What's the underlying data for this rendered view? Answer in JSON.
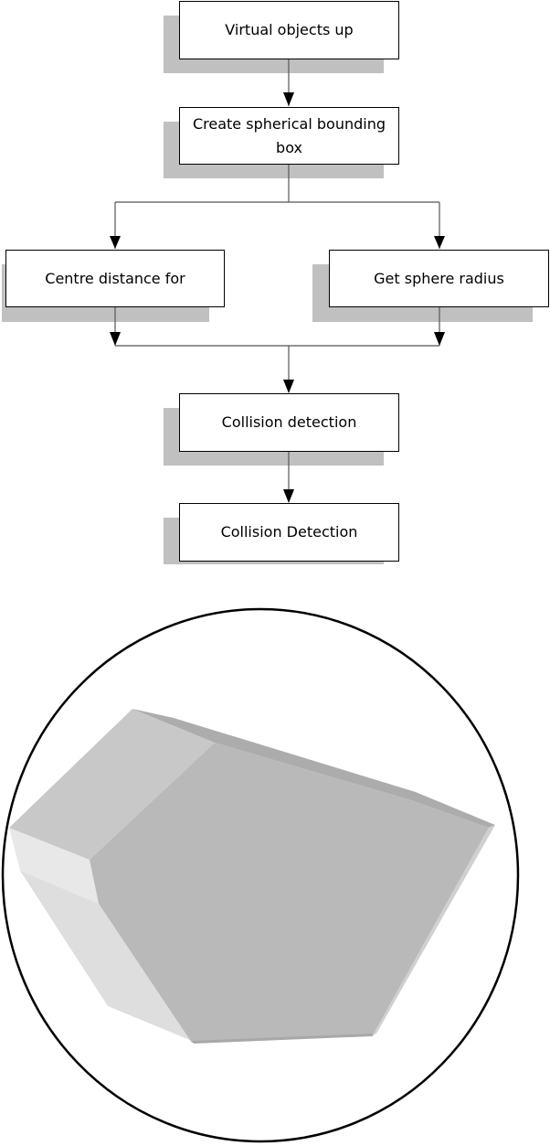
{
  "flowchart": {
    "nodes": [
      {
        "id": "n1",
        "label": "Virtual objects up"
      },
      {
        "id": "n2",
        "label": "Create spherical bounding box"
      },
      {
        "id": "n3",
        "label": "Centre distance for"
      },
      {
        "id": "n4",
        "label": "Get sphere radius"
      },
      {
        "id": "n5",
        "label": "Collision detection"
      },
      {
        "id": "n6",
        "label": "Collision Detection"
      }
    ],
    "edges": [
      {
        "from": "n1",
        "to": "n2"
      },
      {
        "from": "n2",
        "to": "n3"
      },
      {
        "from": "n2",
        "to": "n4"
      },
      {
        "from": "n3",
        "to": "n5"
      },
      {
        "from": "n4",
        "to": "n5"
      },
      {
        "from": "n5",
        "to": "n6"
      }
    ]
  },
  "illustration": {
    "subject": "polyhedron enclosed in bounding sphere",
    "colors": {
      "outline": "#000000",
      "face_main": "#b9b9b9",
      "face_top": "#c8c8c8",
      "face_left_light": "#e8e8e8",
      "face_left_lower": "#dedede",
      "edge_top": "#acacac",
      "shadow": "#c0c0c0"
    }
  }
}
